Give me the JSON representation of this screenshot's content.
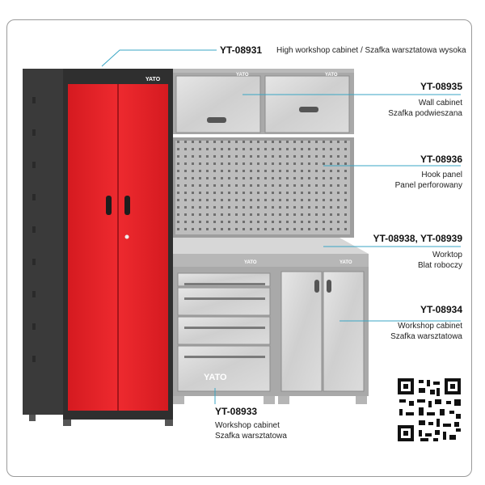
{
  "brand": "YATO",
  "colors": {
    "red": "#e21f26",
    "dark": "#3a3a3a",
    "grey_panel": "#c9c9c9",
    "line": "#3aa6c4"
  },
  "items": [
    {
      "code": "YT-08931",
      "desc1": "High workshop cabinet / Szafka warsztatowa wysoka",
      "desc2": ""
    },
    {
      "code": "YT-08935",
      "desc1": "Wall cabinet",
      "desc2": "Szafka podwieszana"
    },
    {
      "code": "YT-08936",
      "desc1": "Hook panel",
      "desc2": "Panel perforowany"
    },
    {
      "code": "YT-08938, YT-08939",
      "desc1": "Worktop",
      "desc2": "Blat roboczy"
    },
    {
      "code": "YT-08934",
      "desc1": "Workshop cabinet",
      "desc2": "Szafka warsztatowa"
    },
    {
      "code": "YT-08933",
      "desc1": "Workshop cabinet",
      "desc2": "Szafka warsztatowa"
    }
  ],
  "qr": {
    "icon": "qr-code-icon"
  }
}
